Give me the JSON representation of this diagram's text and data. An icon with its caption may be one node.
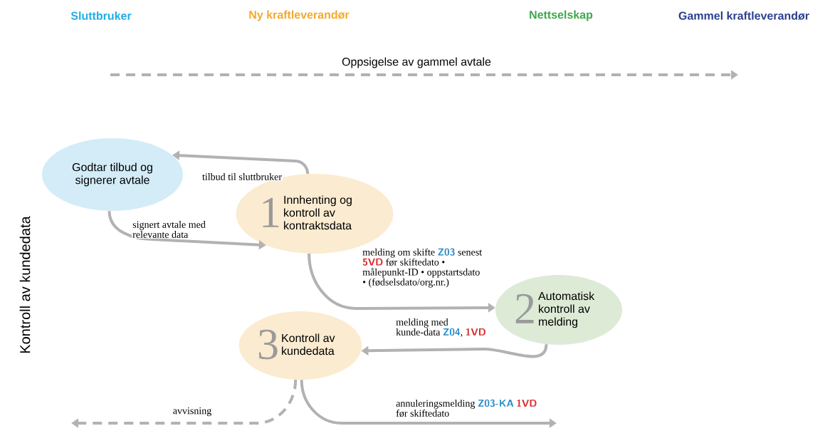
{
  "diagram": {
    "nodes": [
      {
        "text": [
          "Godtar tilbud og signerer avtale"
        ]
      },
      {
        "text": [
          "1",
          "Innhenting og kontroll av kontraktsdata"
        ]
      },
      {
        "text": [
          "2",
          "Automatisk kontroll av melding"
        ]
      },
      {
        "text": [
          "3",
          "Kontroll av kundedata"
        ]
      }
    ],
    "edges": [
      {
        "from": 1,
        "to": 0,
        "arrow": "to",
        "label": "tilbud til sluttbruker"
      },
      {
        "from": 0,
        "to": 1,
        "arrow": "to",
        "label": "signert avtale med relevante data"
      },
      {
        "from": 1,
        "to": 2,
        "arrow": "to",
        "label": "melding om skifte **Z03** senest *5VD* før skiftedato • målepunkt-ID • oppstartsdato • (fødselsdato/org.nr.)"
      },
      {
        "from": 2,
        "to": 3,
        "arrow": "to",
        "label": "melding med kunde-data **Z04**, *1VD*"
      },
      {
        "from": 3,
        "to": null,
        "arrow": "to",
        "style": "dashed",
        "label": "avvisning"
      },
      {
        "from": 3,
        "to": null,
        "arrow": "to",
        "label": "annuleringsmelding **Z03-KA** *1VD* før skiftedato"
      }
    ],
    "labels": [
      "Sluttbruker",
      "Ny kraftleverandør",
      "Nettselskap",
      "Gammel kraftleverandør",
      "Oppsigelse av gammel avtale",
      "Kontroll av kundedata"
    ]
  }
}
